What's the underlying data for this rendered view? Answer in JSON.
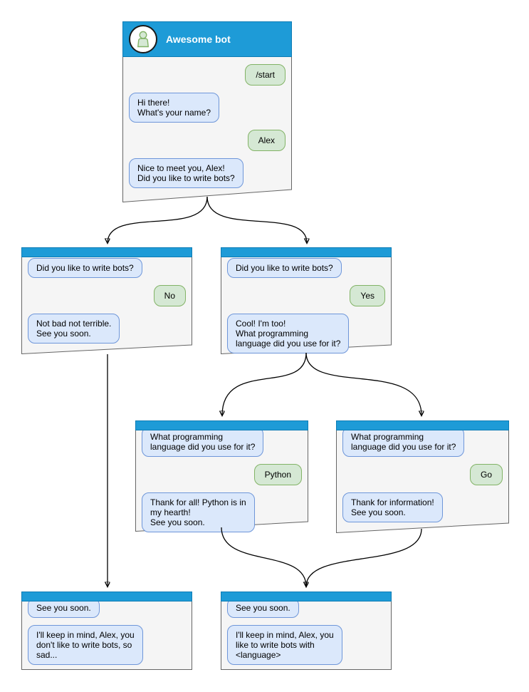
{
  "colors": {
    "header_blue": "#1e9bd7",
    "header_border": "#0d7cb5",
    "window_background": "#f5f5f5",
    "window_border": "#666666",
    "bot_bubble_background": "#dbe8fb",
    "bot_bubble_border": "#6e96d9",
    "user_bubble_background": "#d5e8d4",
    "user_bubble_border": "#82b366",
    "arrow": "#000000",
    "title_text": "#ffffff"
  },
  "windows": [
    {
      "id": "start",
      "title": "Awesome bot",
      "avatar_icon": "person-icon",
      "bubbles": [
        {
          "sender": "user",
          "text": "/start"
        },
        {
          "sender": "bot",
          "text": "Hi there!\nWhat's your name?"
        },
        {
          "sender": "user",
          "text": "Alex"
        },
        {
          "sender": "bot",
          "text": "Nice to meet you, Alex!\nDid you like to write bots?"
        }
      ]
    },
    {
      "id": "branch-no",
      "bubbles": [
        {
          "sender": "bot",
          "text": "Did you like to write bots?"
        },
        {
          "sender": "user",
          "text": "No"
        },
        {
          "sender": "bot",
          "text": "Not bad not terrible.\nSee you soon."
        }
      ]
    },
    {
      "id": "branch-yes",
      "bubbles": [
        {
          "sender": "bot",
          "text": "Did you like to write bots?"
        },
        {
          "sender": "user",
          "text": "Yes"
        },
        {
          "sender": "bot",
          "text": "Cool! I'm too!\nWhat programming\nlanguage did you use for it?"
        }
      ]
    },
    {
      "id": "lang-python",
      "bubbles": [
        {
          "sender": "bot",
          "text": "What programming\nlanguage did you use for it?"
        },
        {
          "sender": "user",
          "text": "Python"
        },
        {
          "sender": "bot",
          "text": "Thank for all! Python is in\nmy hearth!\nSee you soon."
        }
      ]
    },
    {
      "id": "lang-go",
      "bubbles": [
        {
          "sender": "bot",
          "text": "What programming\nlanguage did you use for it?"
        },
        {
          "sender": "user",
          "text": "Go"
        },
        {
          "sender": "bot",
          "text": "Thank for information!\nSee you soon."
        }
      ]
    },
    {
      "id": "end-no",
      "bubbles": [
        {
          "sender": "bot",
          "text": "See you soon."
        },
        {
          "sender": "bot",
          "text": "I'll keep in mind, Alex, you\ndon't like to write bots, so\nsad..."
        }
      ]
    },
    {
      "id": "end-language",
      "bubbles": [
        {
          "sender": "bot",
          "text": "See you soon."
        },
        {
          "sender": "bot",
          "text": "I'll keep in mind, Alex, you\nlike to write bots with\n<language>"
        }
      ]
    }
  ],
  "connectors": [
    {
      "from": "start",
      "to": "branch-no"
    },
    {
      "from": "start",
      "to": "branch-yes"
    },
    {
      "from": "branch-yes",
      "to": "lang-python"
    },
    {
      "from": "branch-yes",
      "to": "lang-go"
    },
    {
      "from": "branch-no",
      "to": "end-no"
    },
    {
      "from": "lang-python",
      "to": "end-language"
    },
    {
      "from": "lang-go",
      "to": "end-language"
    }
  ]
}
